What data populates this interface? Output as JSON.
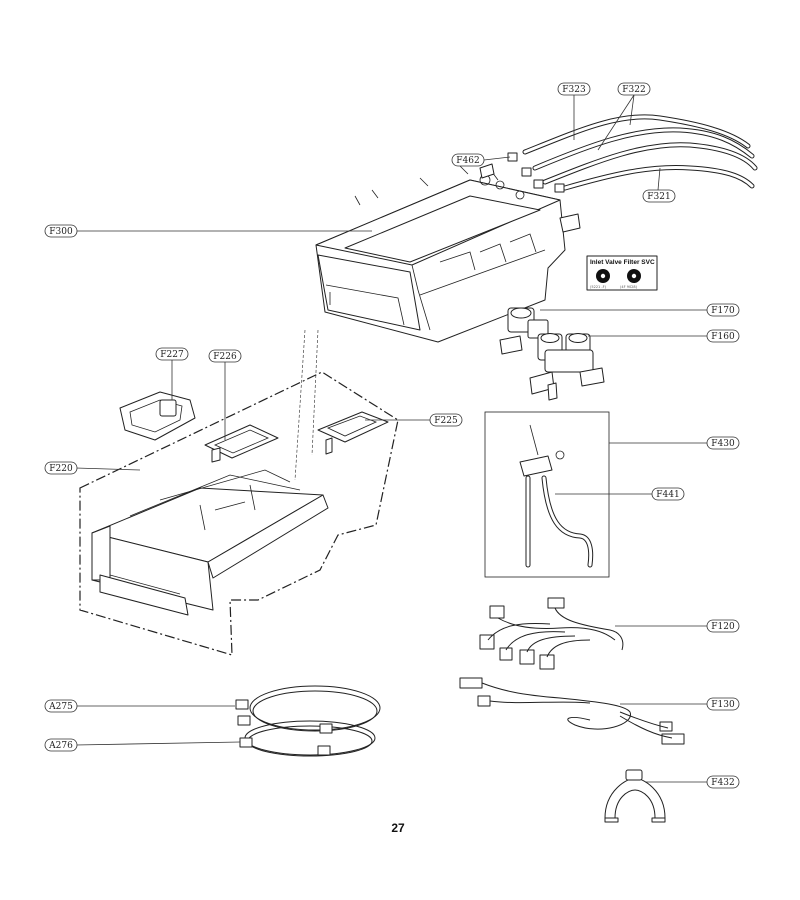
{
  "labels": {
    "f323": "F323",
    "f322": "F322",
    "f462": "F462",
    "f321": "F321",
    "f300": "F300",
    "f170": "F170",
    "f160": "F160",
    "f227": "F227",
    "f226a": "F226",
    "f225": "F225",
    "f220": "F220",
    "f430": "F430",
    "f441": "F441",
    "f120": "F120",
    "f130": "F130",
    "a275": "A275",
    "a276": "A276",
    "f432": "F432"
  },
  "inset": {
    "title": "Inlet Valve Filter SVC",
    "left_caption": "(5221 -F)",
    "right_caption": "(4F 9028)"
  },
  "page_number": "27"
}
